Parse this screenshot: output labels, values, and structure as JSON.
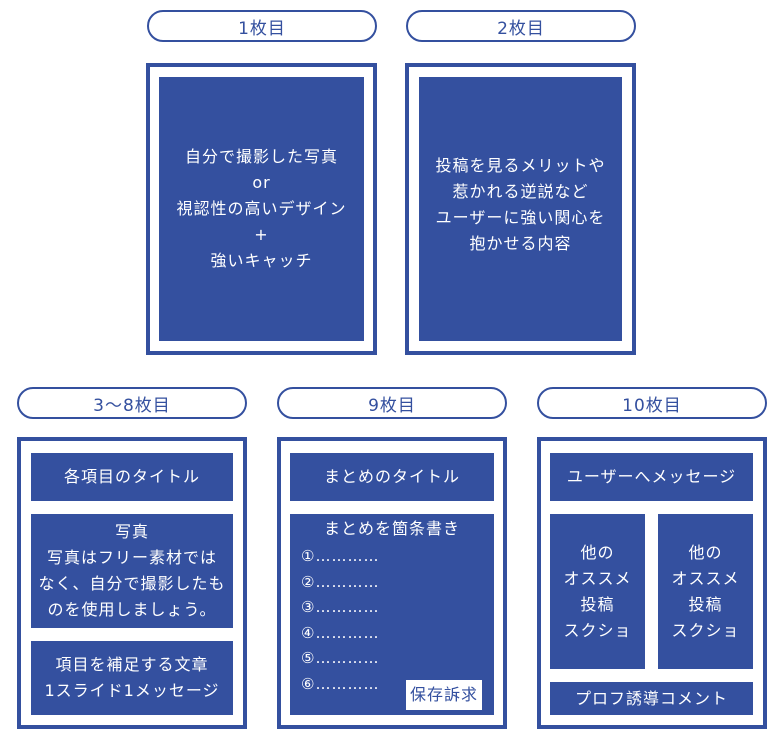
{
  "accent_color": "#34509f",
  "slides": [
    {
      "label": "1枚目",
      "lines": [
        "自分で撮影した写真",
        "or",
        "視認性の高いデザイン",
        "+",
        "強いキャッチ"
      ]
    },
    {
      "label": "2枚目",
      "lines": [
        "投稿を見るメリットや",
        "惹かれる逆説など",
        "ユーザーに強い関心を",
        "抱かせる内容"
      ]
    },
    {
      "label": "3〜8枚目",
      "title": "各項目のタイトル",
      "photo": [
        "写真",
        "写真はフリー素材では",
        "なく、自分で撮影したも",
        "のを使用しましょう。"
      ],
      "text": [
        "項目を補足する文章",
        "1スライド1メッセージ"
      ]
    },
    {
      "label": "9枚目",
      "title": "まとめのタイトル",
      "summary_heading": "まとめを箇条書き",
      "items": [
        "①…………",
        "②…………",
        "③…………",
        "④…………",
        "⑤…………",
        "⑥…………"
      ],
      "save": "保存訴求"
    },
    {
      "label": "10枚目",
      "title": "ユーザーへメッセージ",
      "left": [
        "他の",
        "オススメ",
        "投稿",
        "スクショ"
      ],
      "right": [
        "他の",
        "オススメ",
        "投稿",
        "スクショ"
      ],
      "footer": "プロフ誘導コメント"
    }
  ]
}
